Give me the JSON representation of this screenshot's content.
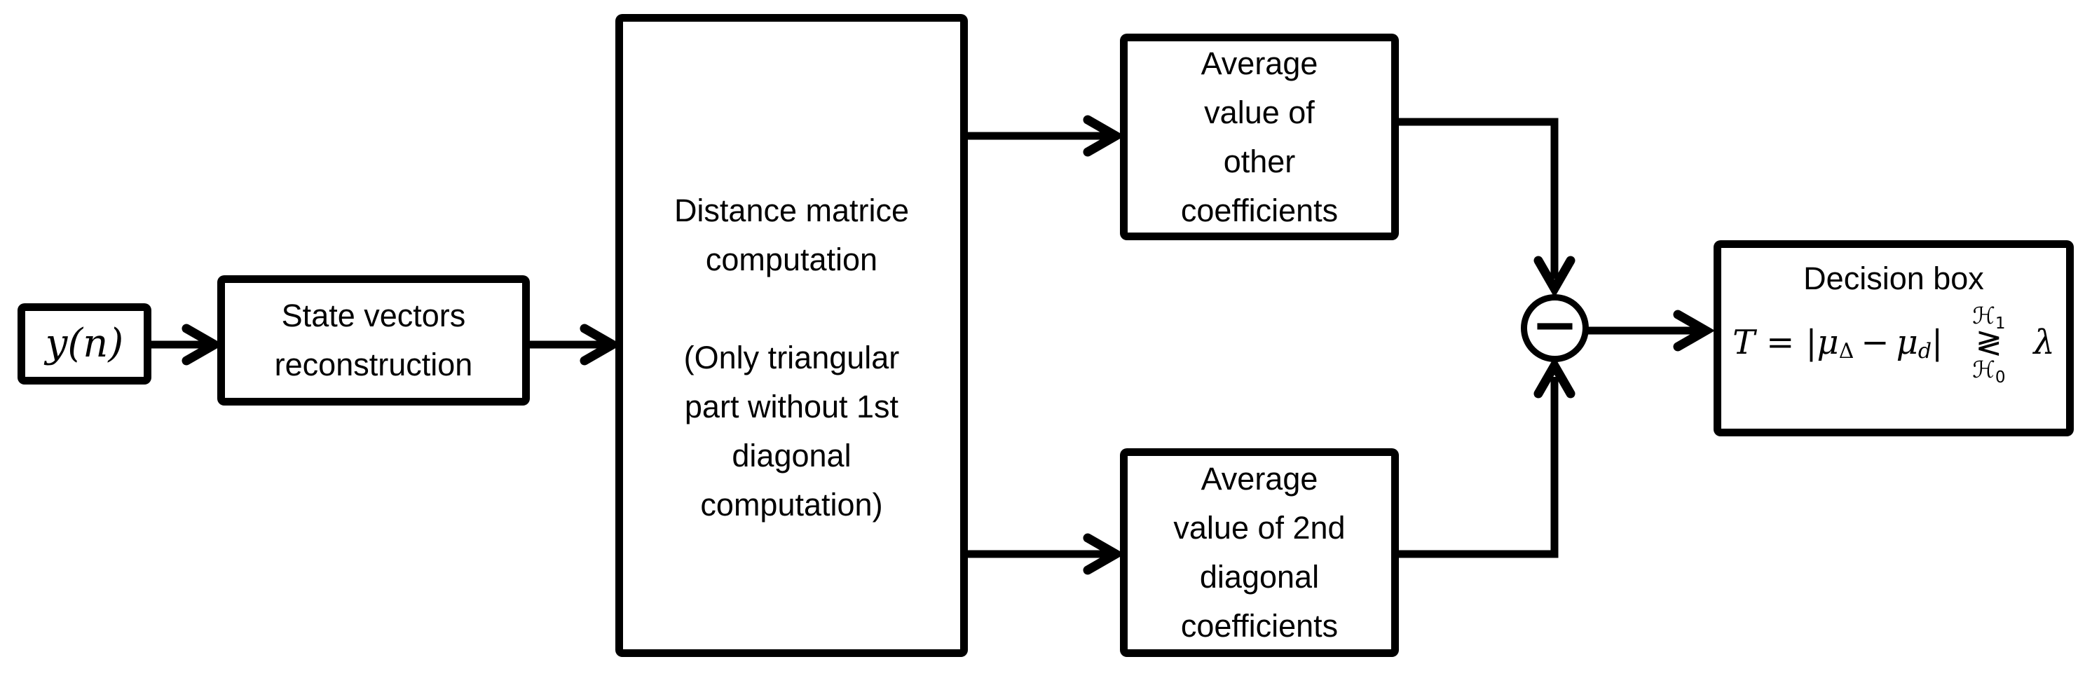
{
  "blocks": {
    "input": {
      "label": "y(n)"
    },
    "state": {
      "label": "State vectors\nreconstruction"
    },
    "distance": {
      "label": "Distance matrice\ncomputation\n\n(Only triangular\npart without 1st\ndiagonal\ncomputation)"
    },
    "avg_other": {
      "label": "Average\nvalue of\nother\ncoefficients"
    },
    "avg_diag2": {
      "label": "Average\nvalue of 2nd\ndiagonal\ncoefficients"
    },
    "subtract": {
      "symbol": "−"
    },
    "decision": {
      "title": "Decision box",
      "formula": {
        "lhs_T": "T",
        "equals": "=",
        "bar_left": "|",
        "mu_1": "μ",
        "mu_1_sub": "Δ",
        "minus": "−",
        "mu_2": "μ",
        "mu_2_sub": "d",
        "bar_right": "|",
        "hyp_upper": "ℋ",
        "hyp_upper_sub": "1",
        "relation": "≷",
        "hyp_lower": "ℋ",
        "hyp_lower_sub": "0",
        "threshold": "λ"
      }
    }
  },
  "colors": {
    "line": "#000000",
    "box_border": "#000000",
    "box_fill": "#ffffff",
    "background": "#ffffff",
    "text": "#000000"
  }
}
